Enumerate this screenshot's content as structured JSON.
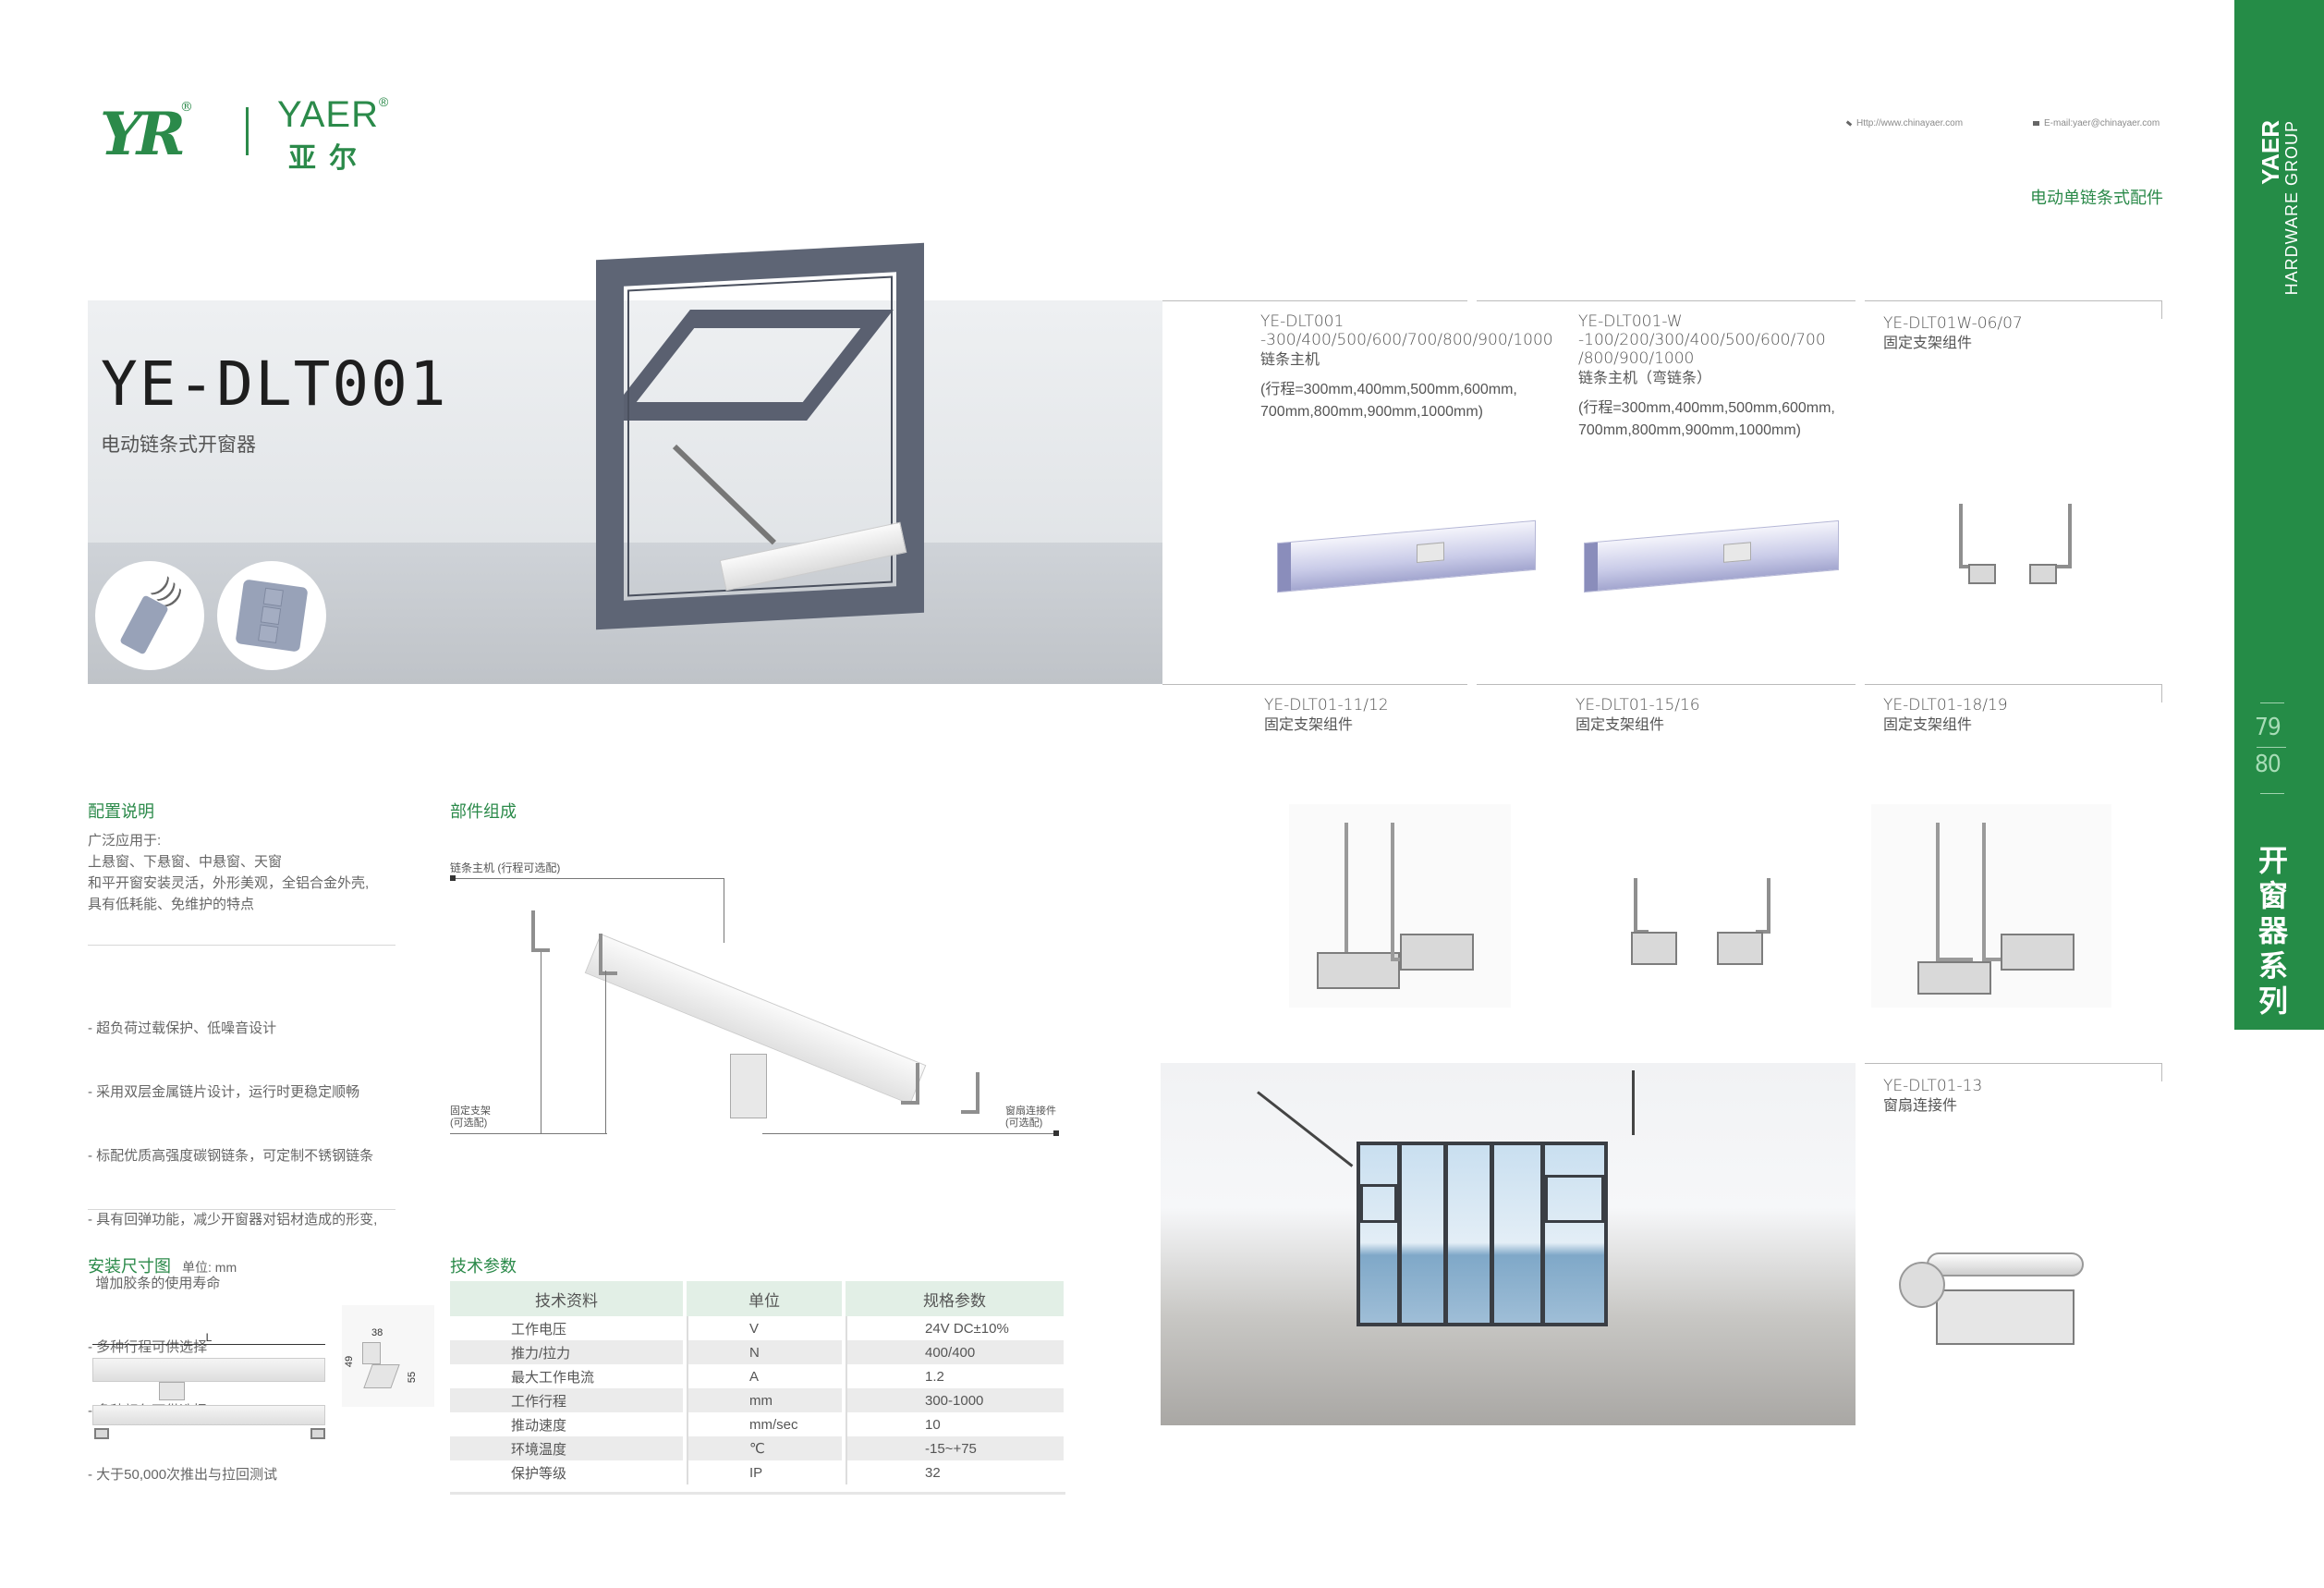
{
  "header": {
    "logo_script": "YR",
    "logo_en": "YAER",
    "logo_cn": "亚尔",
    "registered": "®",
    "website": "Http://www.chinayaer.com",
    "email": "E-mail:yaer@chinayaer.com",
    "category": "电动单链条式配件"
  },
  "side_band": {
    "brand": "YAER",
    "group": "HARDWARE GROUP",
    "page_a": "79",
    "page_b": "80",
    "series": "开窗器系列",
    "color": "#258c47"
  },
  "hero": {
    "model": "YE-DLT001",
    "name": "电动链条式开窗器",
    "controls": [
      "remote-control-icon",
      "wall-switch-icon"
    ]
  },
  "products": [
    {
      "code": "YE-DLT001",
      "code2": "-300/400/500/600/700/800/900/1000",
      "name": "链条主机",
      "note1": "(行程=300mm,400mm,500mm,600mm,",
      "note2": "700mm,800mm,900mm,1000mm)"
    },
    {
      "code": "YE-DLT001-W",
      "code2": "-100/200/300/400/500/600/700",
      "code3": "/800/900/1000",
      "name": "链条主机（弯链条）",
      "note1": "(行程=300mm,400mm,500mm,600mm,",
      "note2": "700mm,800mm,900mm,1000mm)"
    },
    {
      "code": "YE-DLT01W-06/07",
      "name": "固定支架组件"
    },
    {
      "code": "YE-DLT01-11/12",
      "name": "固定支架组件"
    },
    {
      "code": "YE-DLT01-15/16",
      "name": "固定支架组件"
    },
    {
      "code": "YE-DLT01-18/19",
      "name": "固定支架组件"
    },
    {
      "code": "YE-DLT01-13",
      "name": "窗扇连接件"
    }
  ],
  "config": {
    "title": "配置说明",
    "intro": [
      "广泛应用于:",
      "上悬窗、下悬窗、中悬窗、天窗",
      "和平开窗安装灵活，外形美观，全铝合金外壳,",
      "具有低耗能、免维护的特点"
    ],
    "features": [
      "- 超负荷过载保护、低噪音设计",
      "- 采用双层金属链片设计，运行时更稳定顺畅",
      "- 标配优质高强度碳钢链条，可定制不锈钢链条",
      "- 具有回弹功能，减少开窗器对铝材造成的形变,",
      "  增加胶条的使用寿命",
      "- 多种行程可供选择",
      "- 多种颜色可供选择",
      "- 大于50,000次推出与拉回测试"
    ]
  },
  "components": {
    "title": "部件组成",
    "label_motor": "链条主机 (行程可选配)",
    "label_bracket_1": "固定支架",
    "label_bracket_2": "(可选配)",
    "label_connector_1": "窗扇连接件",
    "label_connector_2": "(可选配)"
  },
  "dimensions": {
    "title": "安装尺寸图",
    "unit": "单位:  mm",
    "L": "L",
    "w38": "38",
    "h49": "49",
    "h55": "55"
  },
  "specs": {
    "title": "技术参数",
    "headers": [
      "技术资料",
      "单位",
      "规格参数"
    ],
    "rows": [
      [
        "工作电压",
        "V",
        "24V DC±10%"
      ],
      [
        "推力/拉力",
        "N",
        "400/400"
      ],
      [
        "最大工作电流",
        "A",
        "1.2"
      ],
      [
        "工作行程",
        "mm",
        "300-1000"
      ],
      [
        "推动速度",
        "mm/sec",
        "10"
      ],
      [
        "环境温度",
        "℃",
        "-15~+75"
      ],
      [
        "保护等级",
        "IP",
        "32"
      ]
    ]
  },
  "colors": {
    "accent": "#2b8a4a",
    "band": "#258c47",
    "table_header": "#e2efe6"
  }
}
